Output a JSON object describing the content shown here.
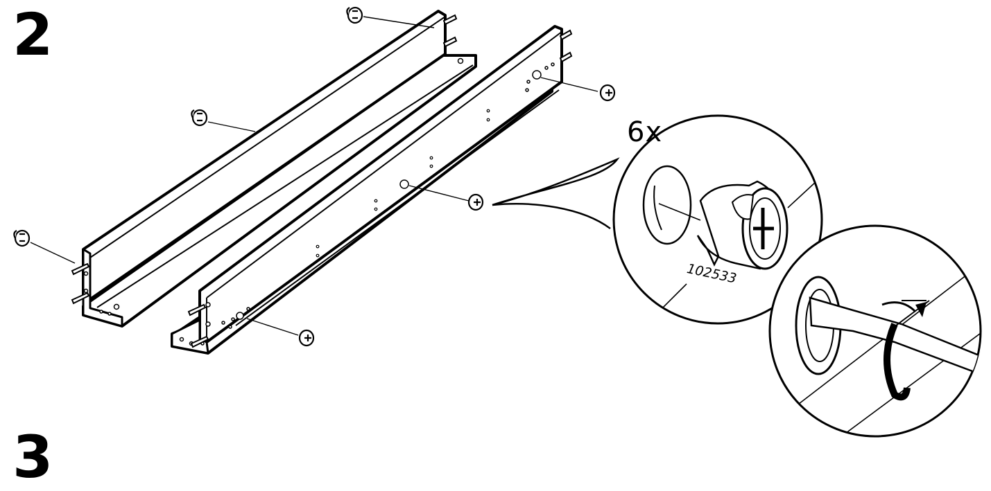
{
  "step_current": "2",
  "step_next": "3",
  "detail": {
    "quantity": "6x",
    "part_number": "102533"
  }
}
